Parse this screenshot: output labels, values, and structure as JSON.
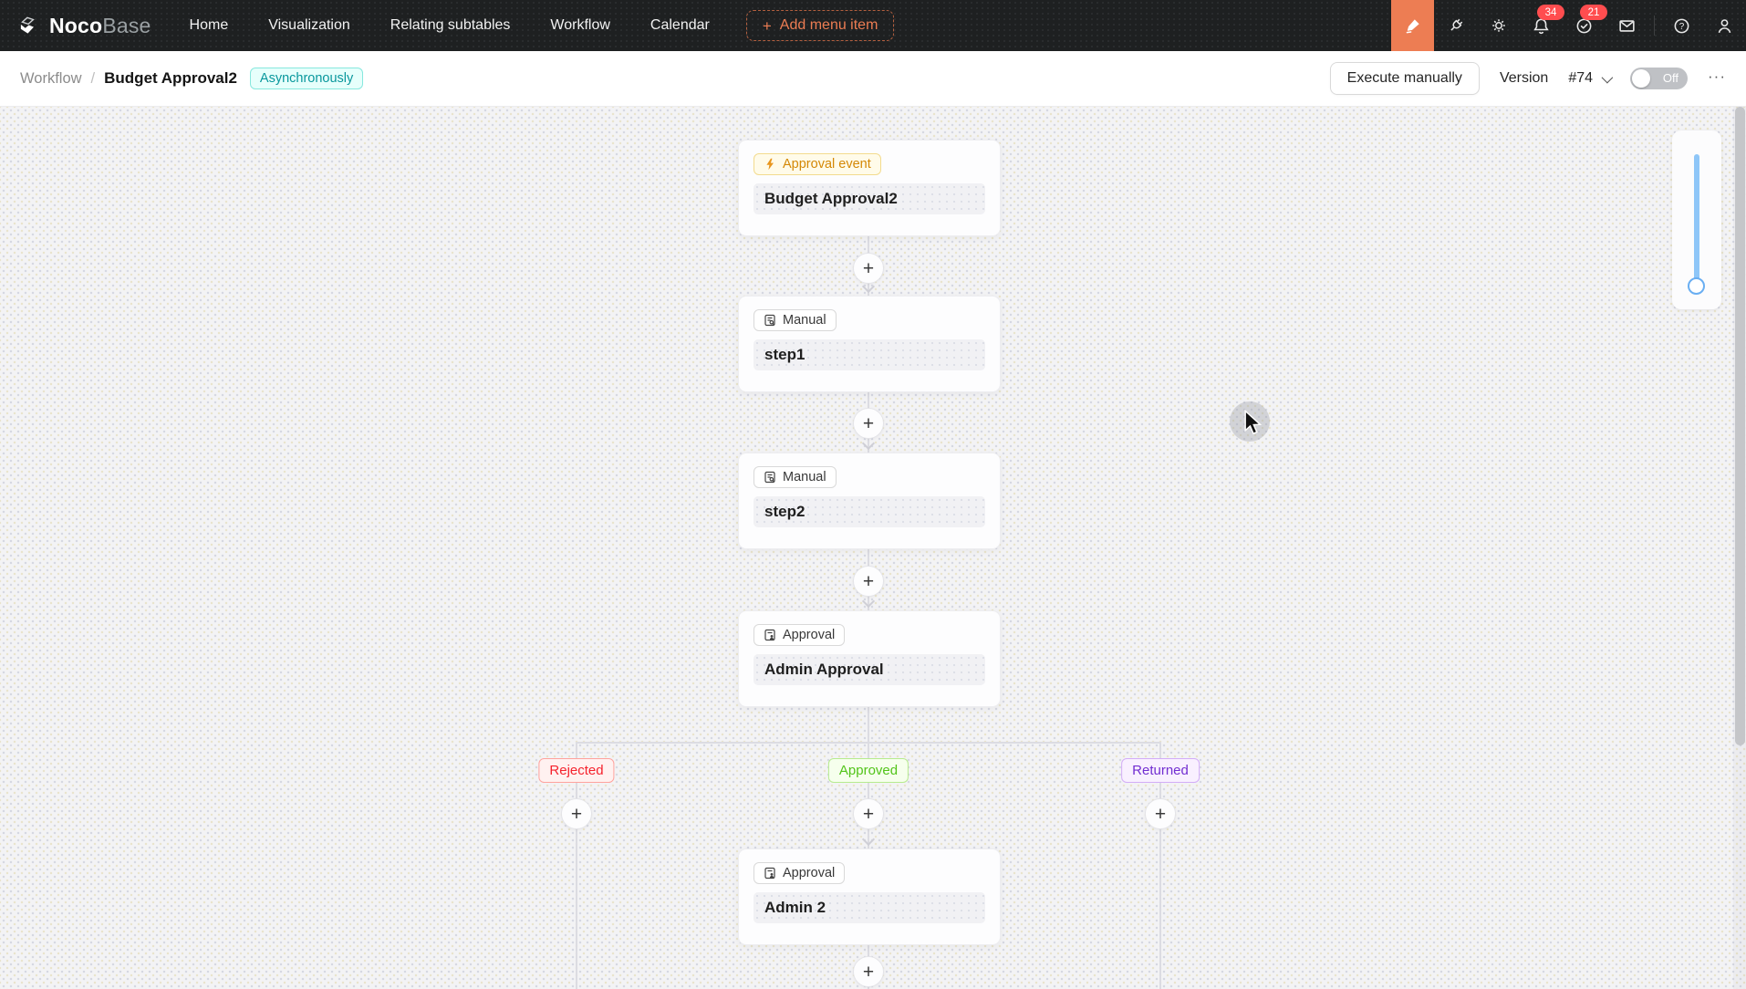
{
  "navbar": {
    "logo_primary": "Noco",
    "logo_secondary": "Base",
    "menu": [
      "Home",
      "Visualization",
      "Relating subtables",
      "Workflow",
      "Calendar"
    ],
    "add_menu_item_label": "Add menu item",
    "badges": {
      "notifications": "34",
      "tasks": "21"
    }
  },
  "header": {
    "breadcrumb_root": "Workflow",
    "breadcrumb_sep": "/",
    "title": "Budget Approval2",
    "mode_badge": "Asynchronously",
    "execute_button": "Execute manually",
    "version_label": "Version",
    "version_value": "#74",
    "toggle_label": "Off"
  },
  "workflow": {
    "nodes": [
      {
        "type_label": "Approval event",
        "title": "Budget Approval2"
      },
      {
        "type_label": "Manual",
        "title": "step1"
      },
      {
        "type_label": "Manual",
        "title": "step2"
      },
      {
        "type_label": "Approval",
        "title": "Admin Approval"
      },
      {
        "type_label": "Approval",
        "title": "Admin 2"
      }
    ],
    "branches": [
      {
        "label": "Rejected",
        "text": "#f5222d",
        "bg": "#fff1f0",
        "border": "#ffa39e"
      },
      {
        "label": "Approved",
        "text": "#52c41a",
        "bg": "#f6ffed",
        "border": "#b7eb8f"
      },
      {
        "label": "Returned",
        "text": "#722ed1",
        "bg": "#f9f0ff",
        "border": "#d3adf7"
      }
    ]
  },
  "icons": {
    "plus": "+",
    "ellipsis": "···",
    "question": "?"
  },
  "colors": {
    "accent_orange": "#ed7d53",
    "badge_red": "#ff4d4f",
    "navbar_bg": "#1e2021",
    "slider_blue": "#8ec6f8"
  }
}
